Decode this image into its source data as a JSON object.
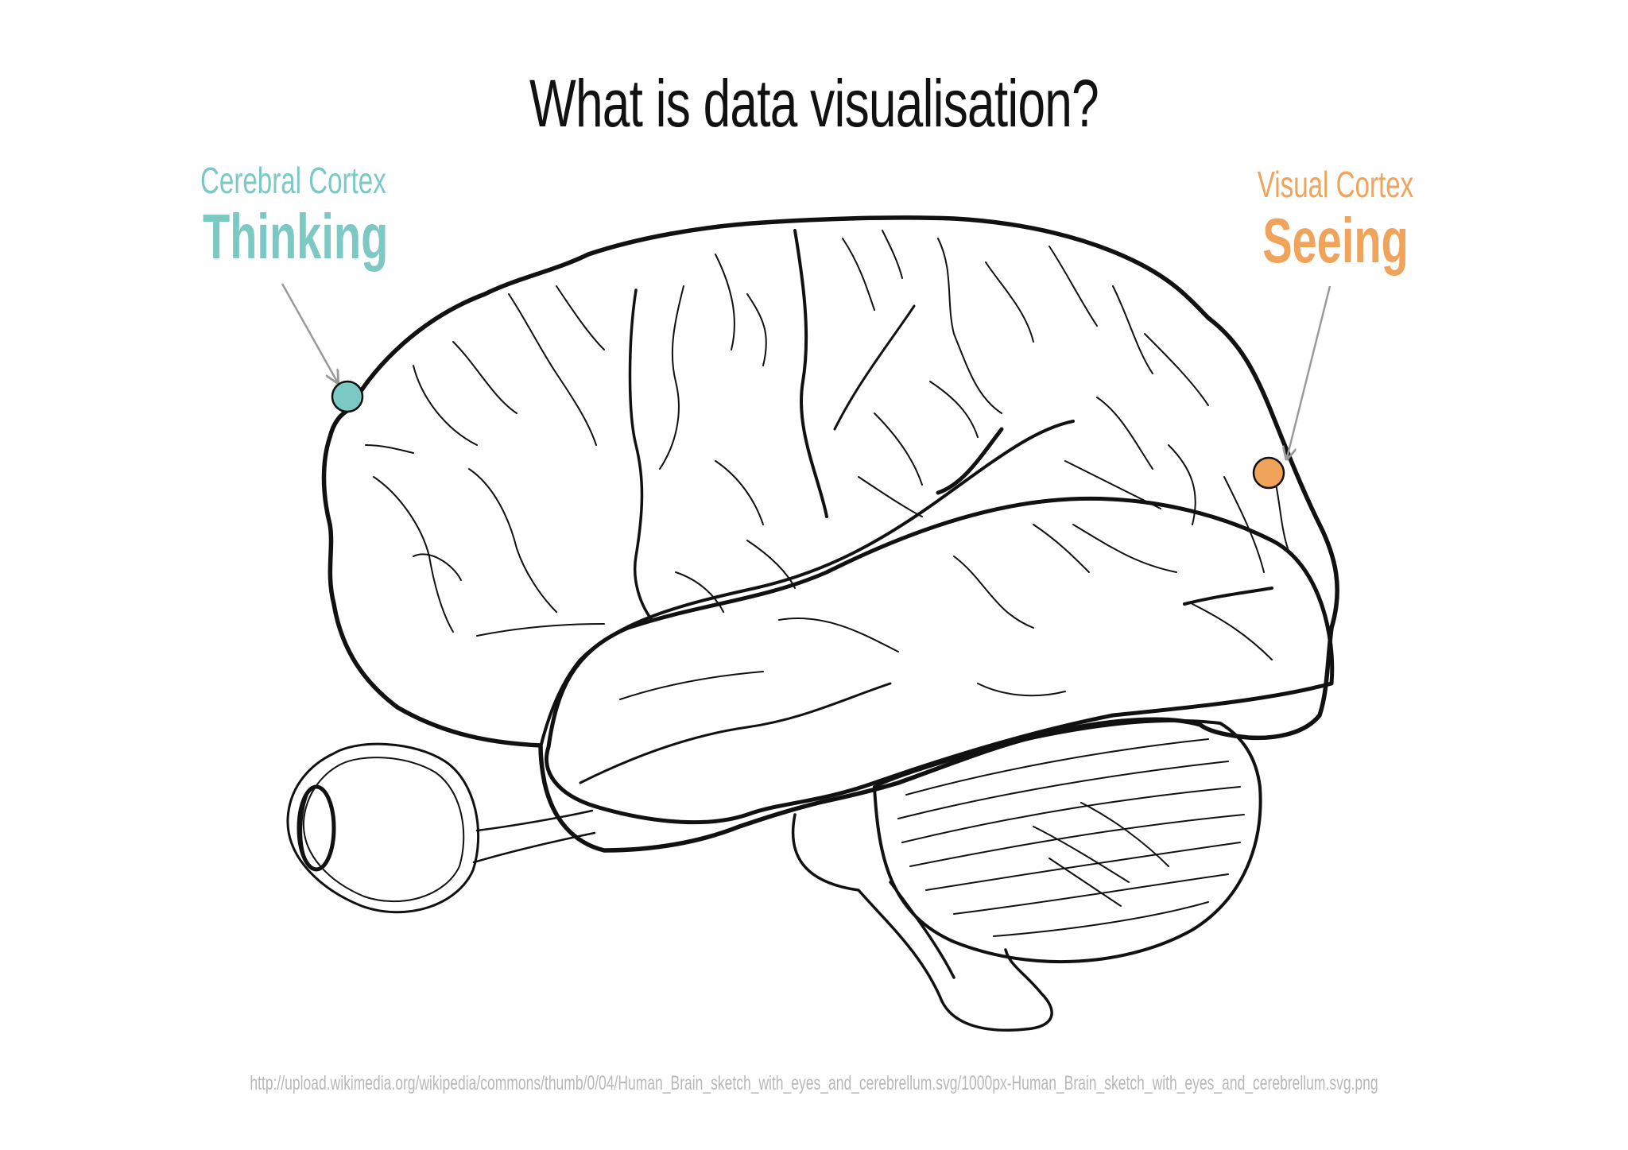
{
  "title": "What is data visualisation?",
  "left_label": {
    "subtitle": "Cerebral Cortex",
    "heading": "Thinking",
    "color": "#7cc8c3",
    "icon": "teal-dot-icon"
  },
  "right_label": {
    "subtitle": "Visual Cortex",
    "heading": "Seeing",
    "color": "#f0a35a",
    "icon": "orange-dot-icon"
  },
  "source_url": "http://upload.wikimedia.org/wikipedia/commons/thumb/0/04/Human_Brain_sketch_with_eyes_and_cerebrellum.svg/1000px-Human_Brain_sketch_with_eyes_and_cerebrellum.svg.png"
}
